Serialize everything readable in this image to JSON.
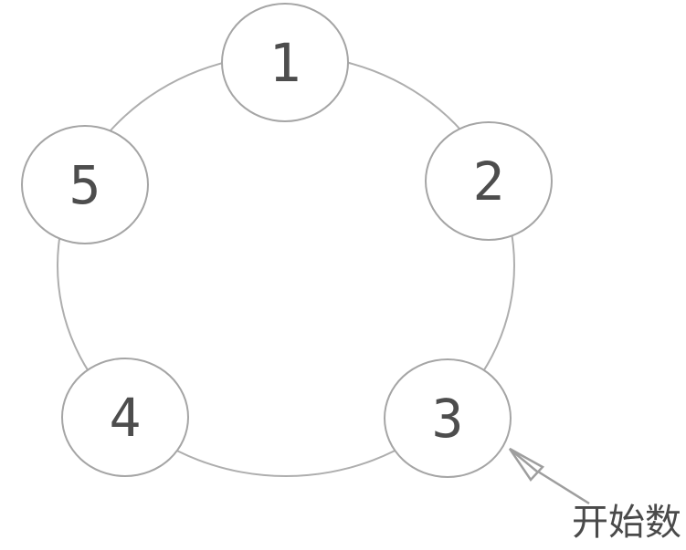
{
  "diagram": {
    "nodes": [
      {
        "label": "1"
      },
      {
        "label": "2"
      },
      {
        "label": "3"
      },
      {
        "label": "4"
      },
      {
        "label": "5"
      }
    ],
    "annotation": {
      "label": "开始数",
      "points_to_node": "3"
    }
  },
  "colors": {
    "background": "#ffffff",
    "ring_stroke": "#aeaeae",
    "node_stroke": "#a5a5a5",
    "node_fill": "#ffffff",
    "digit": "#4d4d4d",
    "arrow": "#9e9e9e",
    "annotation_text": "#4a4a4a"
  }
}
